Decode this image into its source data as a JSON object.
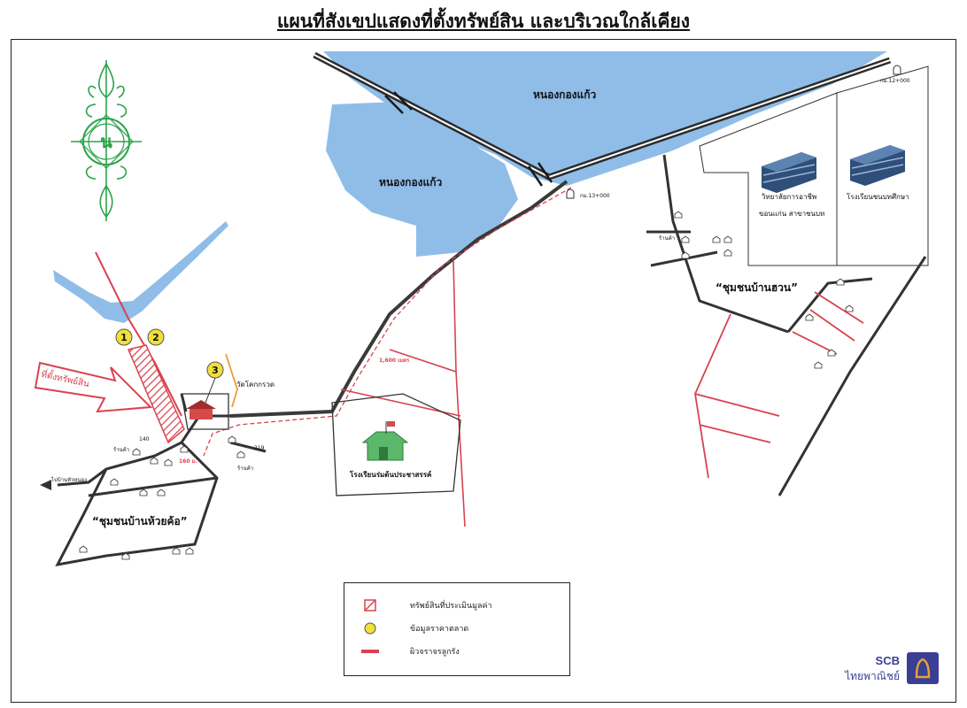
{
  "title": "แผนที่สังเขปแสดงที่ตั้งทรัพย์สิน และบริเวณใกล้เคียง",
  "labels": {
    "pond_1": "หนองกองแก้ว",
    "pond_2": "หนองกองแก้ว",
    "km_marker_1": "กม.12+000",
    "km_marker_2": "กม.13+000",
    "college": "วิทยาลัยการอาชีพ",
    "college_line2": "ขอนแก่น สาขาชนบท",
    "secondary_school": "โรงเรียนชนบทศึกษา",
    "community_east": "“ชุมชนบ้านฮวน”",
    "community_west": "“ชุมชนบ้านห้วยค้อ”",
    "property_callout": "ที่ตั้งทรัพย์สิน",
    "temple": "วัดโคกกรวด",
    "school_primary": "โรงเรียนร่มต้นประชาสรรค์",
    "distance_1": "1,600 เมตร",
    "distance_2": "160 ม.",
    "road_to": "ไปบ้านหัวหนอง",
    "shop_1": "ร้านค้า",
    "shop_2": "ร้านค้า",
    "shop_3": "ร้านค้า",
    "num_140": "140",
    "num_219": "219",
    "compass_letter": "น"
  },
  "markers": [
    {
      "label": "1"
    },
    {
      "label": "2"
    },
    {
      "label": "3"
    }
  ],
  "legend": {
    "items": [
      {
        "symbol": "hatched-square",
        "label": "ทรัพย์สินที่ประเมินมูลค่า"
      },
      {
        "symbol": "yellow-circle",
        "label": "ข้อมูลราคาตลาด"
      },
      {
        "symbol": "red-line",
        "label": "ผิวจราจรลูกรัง"
      }
    ]
  },
  "logo": {
    "brand": "SCB",
    "name": "ไทยพาณิชย์"
  },
  "colors": {
    "water": "#8fbde8",
    "road_main": "#333333",
    "laterite_road": "#d9424f",
    "marker_fill": "#f1df3c",
    "compass": "#2aa34a",
    "building": "#3b5f8c",
    "logo": "#3a3f94",
    "logo_accent": "#e6a13a"
  }
}
